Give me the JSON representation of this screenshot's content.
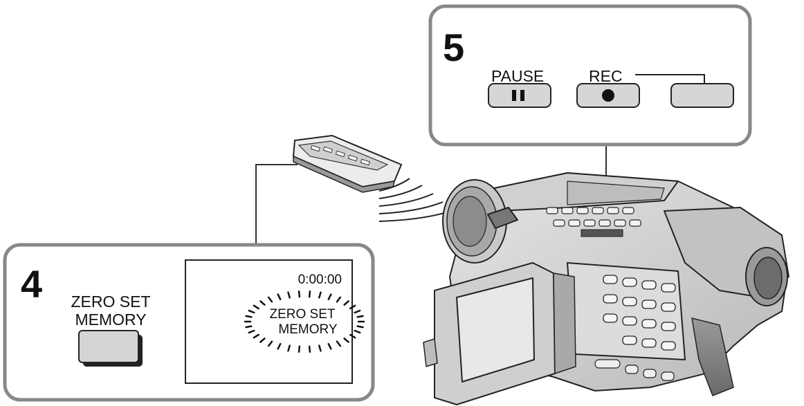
{
  "step4": {
    "number": "4",
    "button_label_line1": "ZERO SET",
    "button_label_line2": "MEMORY",
    "screen": {
      "counter": "0:00:00",
      "indicator_line1": "ZERO SET",
      "indicator_line2": "MEMORY"
    }
  },
  "step5": {
    "number": "5",
    "pause_label": "PAUSE",
    "rec_label": "REC"
  },
  "icons": {
    "remote": "remote-commander-icon",
    "camcorder": "camcorder-icon",
    "pause": "pause-icon",
    "record": "record-dot-icon"
  }
}
